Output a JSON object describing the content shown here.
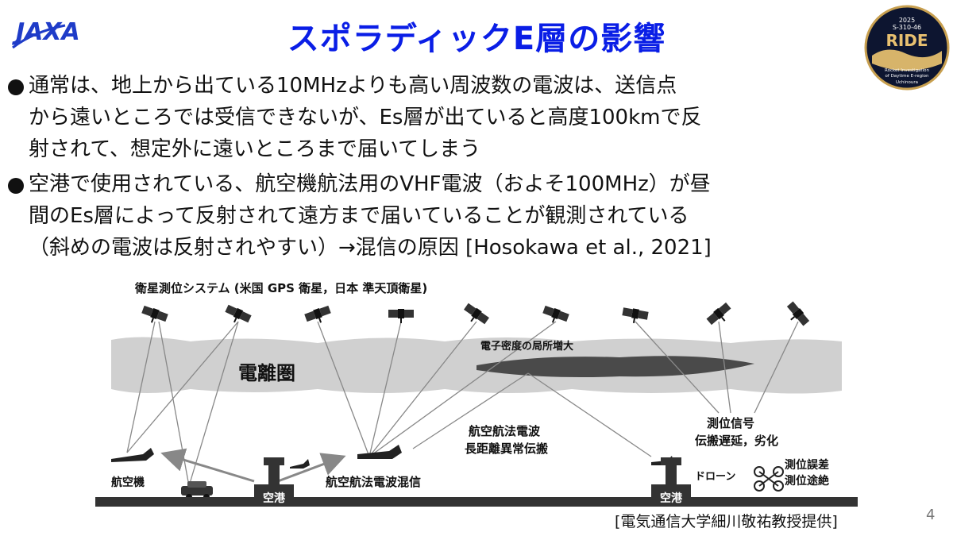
{
  "header": {
    "logo_text": "JAXA",
    "title": "スポラディックE層の影響",
    "patch": {
      "line1": "2025",
      "line2": "S-310-46",
      "main": "RIDE",
      "sub1": "Rocket Investigation",
      "sub2": "of Daytime E-region",
      "sub3": "Uchinoura"
    }
  },
  "bullets": [
    {
      "lines": [
        "通常は、地上から出ている10MHzよりも高い周波数の電波は、送信点",
        "から遠いところでは受信できないが、Es層が出ていると高度100kmで反",
        "射されて、想定外に遠いところまで届いてしまう"
      ]
    },
    {
      "lines": [
        "空港で使用されている、航空機航法用のVHF電波（およそ100MHz）が昼",
        "間のEs層によって反射されて遠方まで届いていることが観測されている",
        "（斜めの電波は反射されやすい）→混信の原因 [Hosokawa et al., 2021]"
      ]
    }
  ],
  "diagram": {
    "satellite_label": "衛星測位システム (米国 GPS 衛星，日本 準天頂衛星)",
    "ionosphere_label": "電離圏",
    "enhancement_label": "電子密度の局所増大",
    "nav_wave_label_1": "航空航法電波",
    "nav_wave_label_2": "長距離異常伝搬",
    "positioning_label_1": "測位信号",
    "positioning_label_2": "伝搬遅延，劣化",
    "aircraft_label": "航空機",
    "interference_label": "航空航法電波混信",
    "airport_left": "空港",
    "airport_right": "空港",
    "drone_label": "ドローン",
    "drone_effect_1": "測位誤差",
    "drone_effect_2": "測位途絶"
  },
  "footer": {
    "credit": "[電気通信大学細川敬祐教授提供]",
    "page": "4"
  },
  "colors": {
    "title": "#0a1ee6",
    "logo": "#1f3cc8",
    "ionosphere": "#c8c8c8",
    "ground": "#333333"
  }
}
